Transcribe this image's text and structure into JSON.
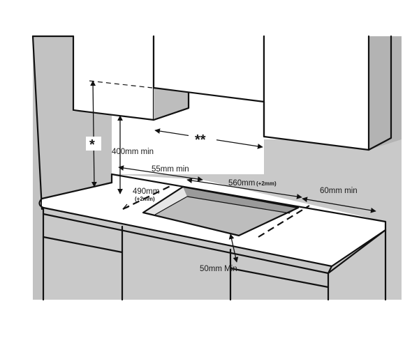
{
  "diagram": {
    "labels": {
      "asterisk_gap": "*",
      "double_asterisk": "**",
      "hood_height": "400mm min",
      "back_clearance": "55mm min",
      "cutout_width": "560mm",
      "cutout_width_tolerance": "(+2mm)",
      "cutout_depth": "490mm",
      "cutout_depth_tolerance": "(+2mm)",
      "side_clearance": "60mm min",
      "front_clearance": "50mm Min"
    },
    "colors": {
      "wall": "#c8c8c8",
      "cutout": "#bdbdbd",
      "line": "#111111",
      "surface": "#ffffff"
    }
  }
}
